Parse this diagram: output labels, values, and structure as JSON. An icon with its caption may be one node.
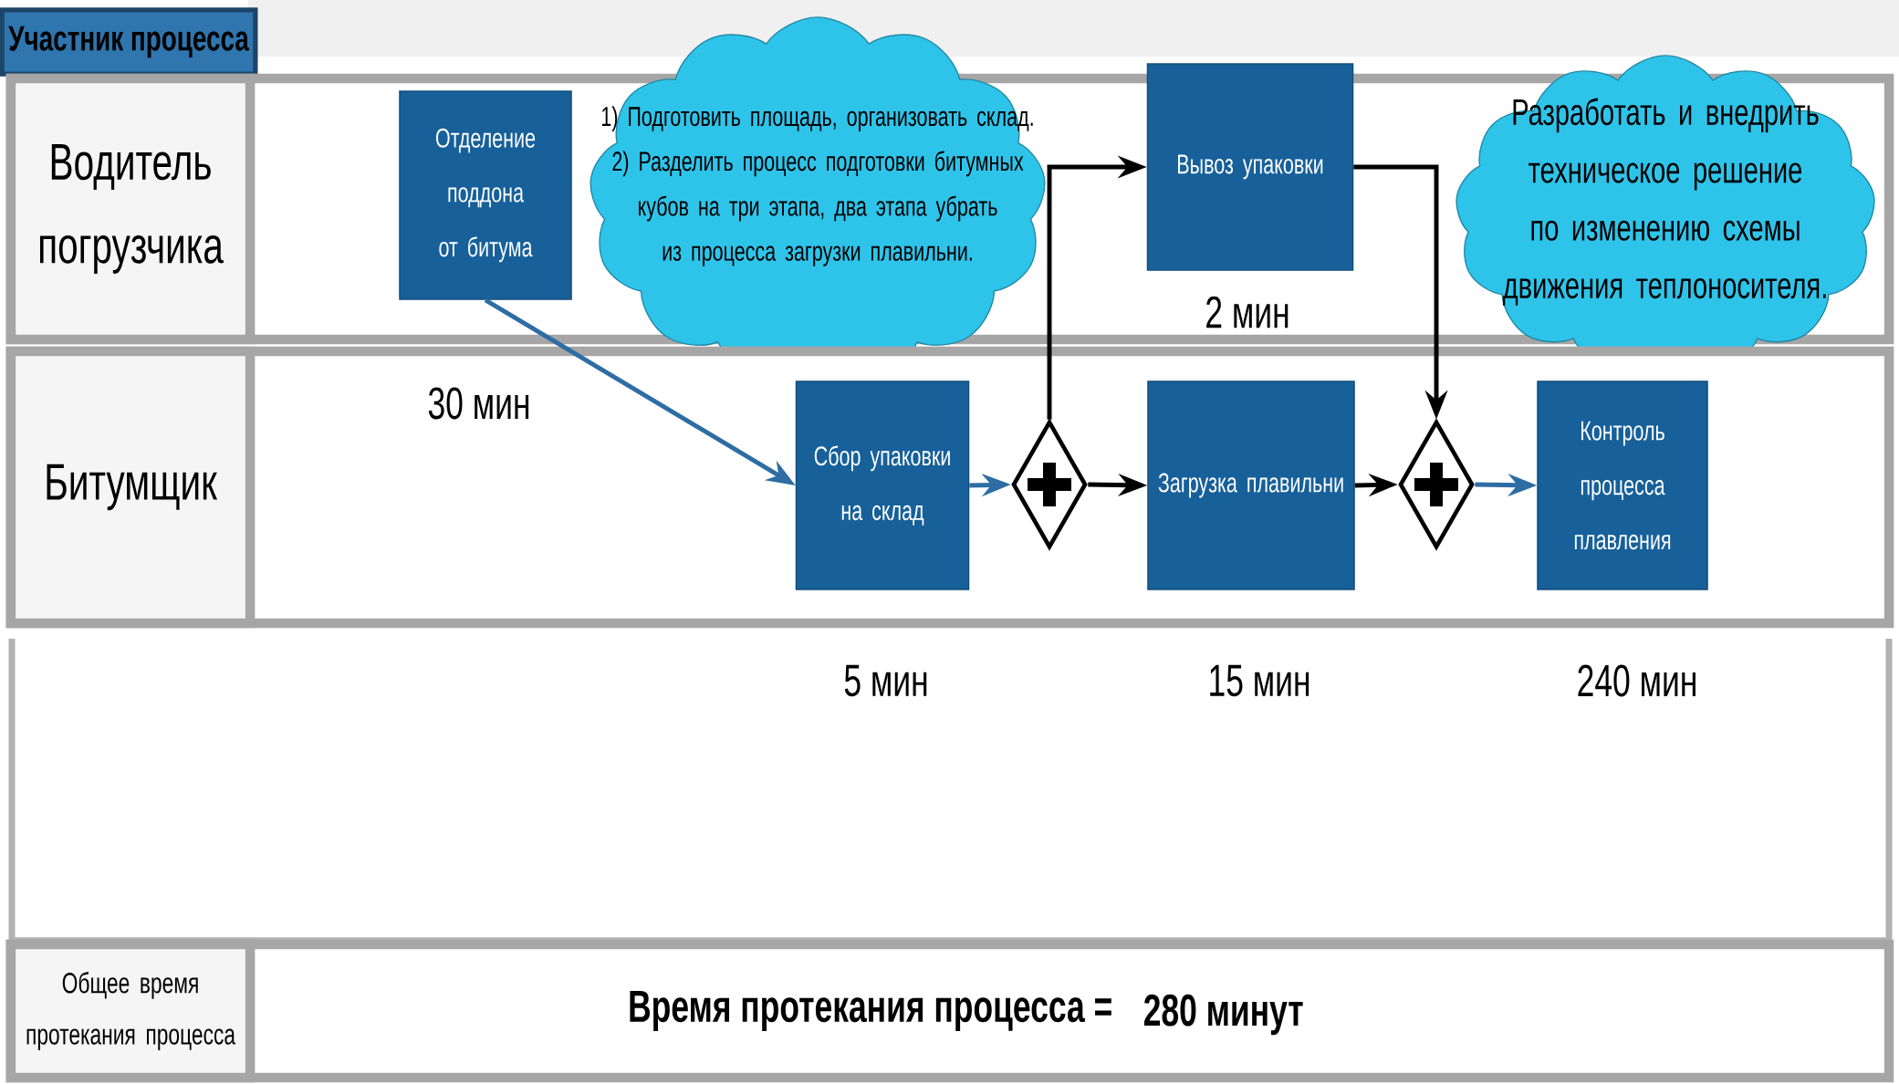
{
  "diagram": {
    "nodes": [
      {
        "text": [
          "Участник процесса"
        ]
      },
      {
        "text": [
          "Водитель погрузчика"
        ]
      },
      {
        "text": [
          "Отделение поддона от битума"
        ],
        "in": 1,
        "beside": [
          "30 мин"
        ]
      },
      {
        "text": [
          "1) Подготовить площадь, организовать склад.",
          "2) Разделить процесс подготовки битумных кубов на три этапа, два этапа убрать из процесса загрузки плавильни."
        ]
      },
      {
        "text": [
          "Вывоз упаковки"
        ],
        "in": 1,
        "beside": [
          "2 мин"
        ]
      },
      {
        "text": [
          "Разработать и внедрить техническое решение по изменению схемы движения теплоносителя."
        ]
      },
      {
        "text": [
          "Битумщик"
        ]
      },
      {
        "text": [
          "Сбор упаковки на склад"
        ],
        "in": 6,
        "beside": [
          "5 мин"
        ]
      },
      {
        "text": [],
        "shape": "diamond",
        "in": 6
      },
      {
        "text": [
          "Загрузка плавильни"
        ],
        "in": 6,
        "beside": [
          "15 мин"
        ]
      },
      {
        "text": [],
        "shape": "diamond",
        "in": 6
      },
      {
        "text": [
          "Контроль процесса плавления"
        ],
        "in": 6,
        "beside": [
          "240 мин"
        ]
      },
      {
        "text": [
          "Общее время протекания процесса",
          "Время протекания процесса =",
          "280 минут"
        ]
      }
    ],
    "edges": [
      {
        "from": 2,
        "to": 7,
        "arrow": "to",
        "color": "#2e6da4"
      },
      {
        "from": 7,
        "to": 8,
        "arrow": "to",
        "color": "#2e6da4"
      },
      {
        "from": 8,
        "to": 4,
        "arrow": "to"
      },
      {
        "from": 8,
        "to": 9,
        "arrow": "to"
      },
      {
        "from": 9,
        "to": 10,
        "arrow": "to"
      },
      {
        "from": 4,
        "to": 10,
        "arrow": "to"
      },
      {
        "from": 10,
        "to": 11,
        "arrow": "to",
        "color": "#2e6da4"
      }
    ]
  }
}
